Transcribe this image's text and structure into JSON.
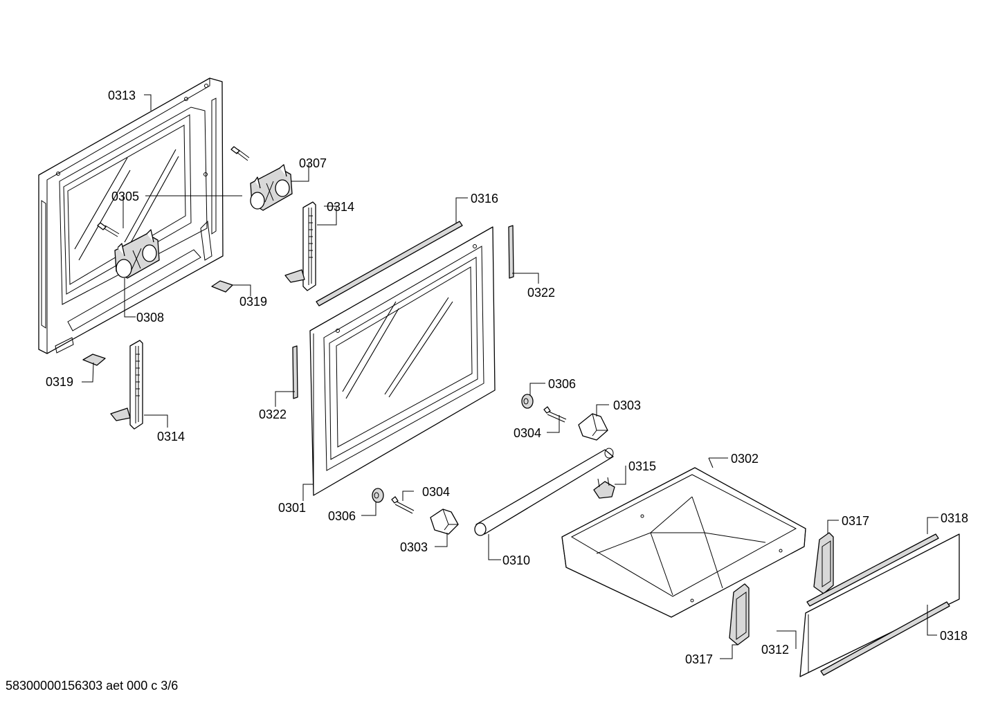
{
  "footer": {
    "code": "58300000156303 aet 000 c 3/6"
  },
  "callouts": {
    "p0313": "0313",
    "p0307": "0307",
    "p0305": "0305",
    "p0314a": "0314",
    "p0316": "0316",
    "p0322a": "0322",
    "p0319a": "0319",
    "p0308": "0308",
    "p0319b": "0319",
    "p0314b": "0314",
    "p0322b": "0322",
    "p0306a": "0306",
    "p0303a": "0303",
    "p0304a": "0304",
    "p0302": "0302",
    "p0315": "0315",
    "p0301": "0301",
    "p0304b": "0304",
    "p0306b": "0306",
    "p0303b": "0303",
    "p0310": "0310",
    "p0317a": "0317",
    "p0318a": "0318",
    "p0317b": "0317",
    "p0312": "0312",
    "p0318b": "0318"
  }
}
